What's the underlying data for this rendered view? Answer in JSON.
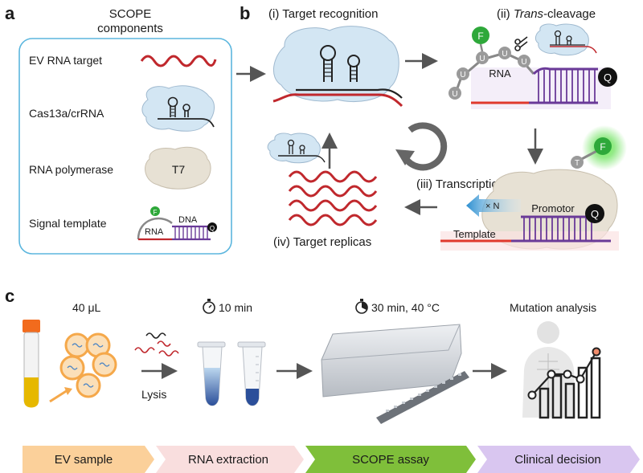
{
  "panel_a": {
    "letter": "a",
    "title_line1": "SCOPE",
    "title_line2": "components",
    "rows": [
      {
        "label": "EV RNA target",
        "icon": "wavy-rna-icon"
      },
      {
        "label": "Cas13a/crRNA",
        "icon": "cas13a-complex-icon"
      },
      {
        "label": "RNA polymerase",
        "icon": "t7-polymerase-icon",
        "text": "T7"
      },
      {
        "label": "Signal template",
        "icon": "signal-template-icon"
      }
    ],
    "signal_template": {
      "rna": "RNA",
      "dna": "DNA",
      "fluor": "F",
      "quencher": "Q"
    }
  },
  "panel_b": {
    "letter": "b",
    "step1": "(i) Target recognition",
    "step2_prefix": "(ii) ",
    "step2_italic": "Trans",
    "step2_suffix": "-cleavage",
    "step3": "(iii) Transcription",
    "step4": "(iv) Target replicas",
    "rna_label": "RNA",
    "beads": [
      "F",
      "U",
      "U",
      "U",
      "U",
      "U"
    ],
    "quencher": "Q",
    "released_beads": [
      "T",
      "F"
    ],
    "multiplier": "× N",
    "promotor": "Promotor",
    "template": "Template",
    "promotor_quencher": "Q"
  },
  "panel_c": {
    "letter": "c",
    "volume": "40 μL",
    "time1": "10 min",
    "time2": "30 min, 40 °C",
    "analysis": "Mutation analysis",
    "lysis": "Lysis"
  },
  "workflow": {
    "steps": [
      {
        "label": "EV sample",
        "color": "#fbd09a"
      },
      {
        "label": "RNA extraction",
        "color": "#f9dede"
      },
      {
        "label": "SCOPE assay",
        "color": "#7fbf3a"
      },
      {
        "label": "Clinical decision",
        "color": "#d9c6f0"
      }
    ]
  },
  "colors": {
    "box_border": "#5bb6de",
    "rna_red": "#c0282d",
    "dna_purple": "#6a3a98",
    "cas_blue": "#d3e6f3",
    "fluor_green": "#2ea83a",
    "arrow_gray": "#555555"
  }
}
